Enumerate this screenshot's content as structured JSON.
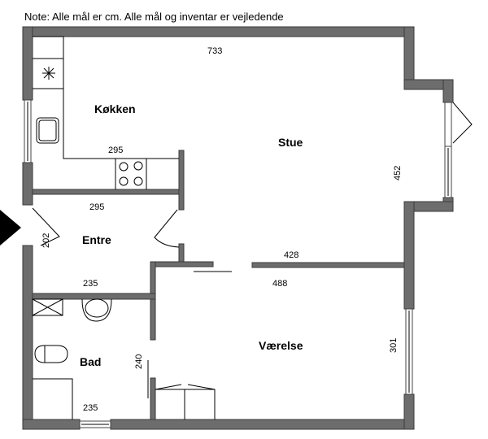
{
  "note": "Note: Alle mål er cm. Alle mål og inventar er vejledende",
  "rooms": {
    "kitchen": "Køkken",
    "living": "Stue",
    "entry": "Entre",
    "bedroom": "Værelse",
    "bath": "Bad"
  },
  "dimensions": {
    "top_width": "733",
    "kitchen_width": "295",
    "entry_width": "295",
    "entry_depth": "202",
    "living_depth": "452",
    "living_width": "428",
    "bath_top_width": "235",
    "bedroom_width": "488",
    "bath_depth": "240",
    "bath_bottom_width": "235",
    "bedroom_depth": "301"
  },
  "colors": {
    "wall": "#6d6d6d",
    "entry_marker": "#000000"
  }
}
